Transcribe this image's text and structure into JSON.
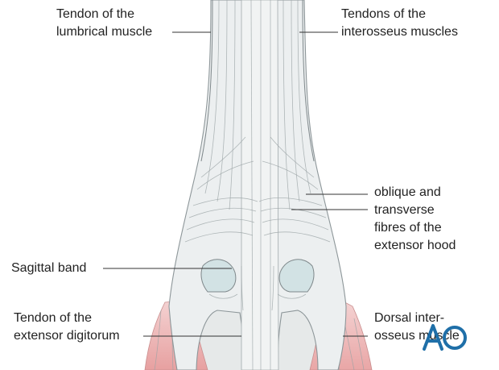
{
  "labels": {
    "lumbrical": [
      "Tendon of the",
      "lumbrical muscle"
    ],
    "interosseus_tendons": [
      "Tendons of the",
      "interosseus muscles"
    ],
    "fibres": [
      "oblique and",
      "transverse",
      "fibres of the",
      "extensor hood"
    ],
    "sagittal_band": [
      "Sagittal band"
    ],
    "extensor_digitorum": [
      "Tendon of the",
      "extensor digitorum"
    ],
    "dorsal_interosseus": [
      "Dorsal inter-",
      "osseus muscle"
    ]
  },
  "logo": {
    "text": "AO",
    "color": "#1f6fa8"
  },
  "colors": {
    "tendon": "#ebeeee",
    "muscle": "#e9a3a3",
    "bone": "#e3e6e6",
    "window": "#cfe0e2"
  }
}
